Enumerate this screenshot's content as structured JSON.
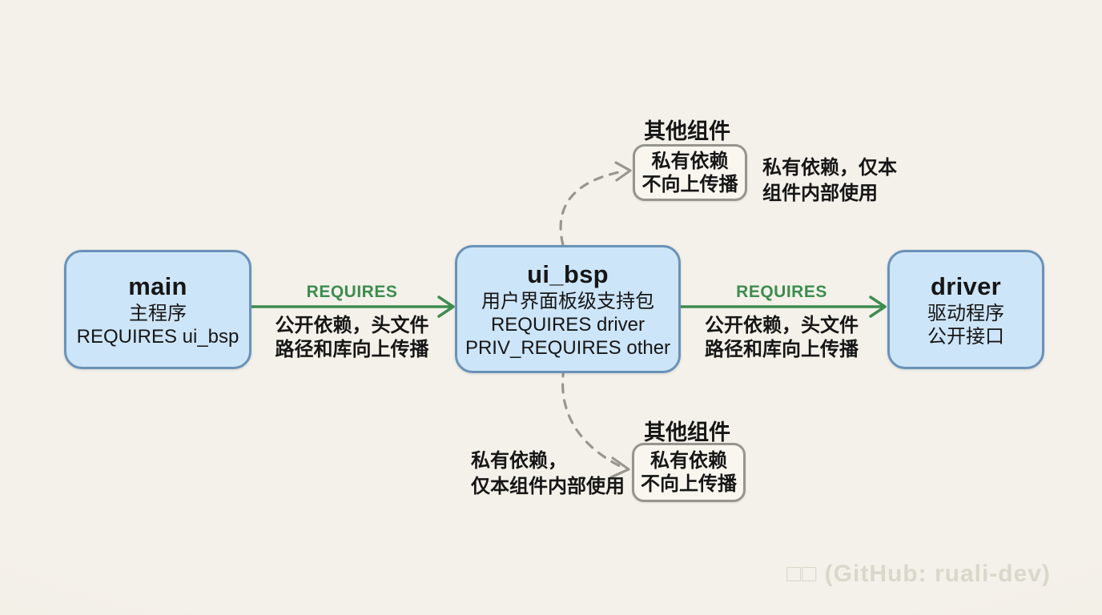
{
  "nodes": {
    "main": {
      "title": "main",
      "line1": "主程序",
      "line2": "REQUIRES ui_bsp"
    },
    "ui_bsp": {
      "title": "ui_bsp",
      "line1": "用户界面板级支持包",
      "line2": "REQUIRES driver",
      "line3": "PRIV_REQUIRES other"
    },
    "driver": {
      "title": "driver",
      "line1": "驱动程序",
      "line2": "公开接口"
    }
  },
  "edges": {
    "main_to_ui_bsp": {
      "label": "REQUIRES",
      "desc1": "公开依赖，头文件",
      "desc2": "路径和库向上传播"
    },
    "ui_bsp_to_driver": {
      "label": "REQUIRES",
      "desc1": "公开依赖，头文件",
      "desc2": "路径和库向上传播"
    }
  },
  "private_top": {
    "heading": "其他组件",
    "box1": "私有依赖",
    "box2": "不向上传播",
    "note1": "私有依赖，仅本",
    "note2": "组件内部使用"
  },
  "private_bottom": {
    "heading": "其他组件",
    "box1": "私有依赖",
    "box2": "不向上传播",
    "note1": "私有依赖，",
    "note2": "仅本组件内部使用"
  },
  "watermark": "□□ (GitHub: ruali-dev)",
  "colors": {
    "background": "#f3f0e8",
    "node_fill": "#cde5f8",
    "node_border": "#6a92b8",
    "requires_green": "#3e8c4f",
    "dashed_gray": "#97978f",
    "text": "#161616",
    "watermark_gray": "#dad7cb"
  }
}
